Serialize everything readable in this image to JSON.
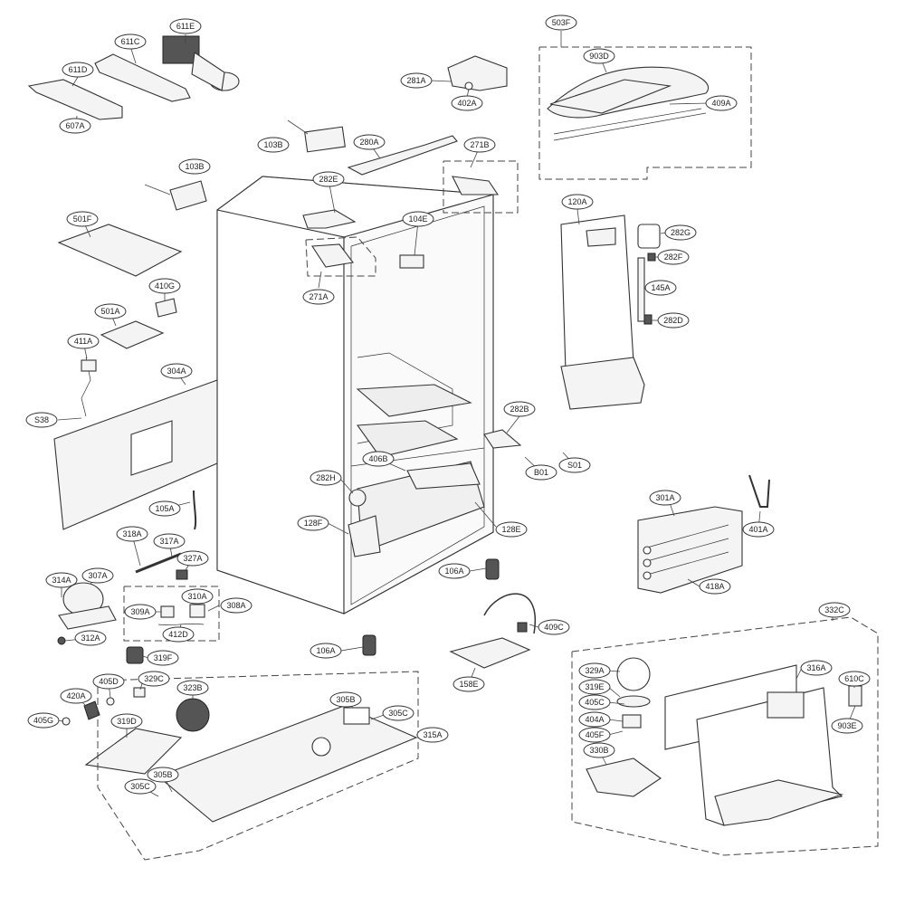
{
  "diagram": {
    "labels": [
      {
        "id": "611E",
        "text": "611E"
      },
      {
        "id": "611C",
        "text": "611C"
      },
      {
        "id": "611D",
        "text": "611D"
      },
      {
        "id": "607A",
        "text": "607A"
      },
      {
        "id": "503F",
        "text": "503F"
      },
      {
        "id": "903D",
        "text": "903D"
      },
      {
        "id": "409A",
        "text": "409A"
      },
      {
        "id": "281A",
        "text": "281A"
      },
      {
        "id": "402A",
        "text": "402A"
      },
      {
        "id": "280A",
        "text": "280A"
      },
      {
        "id": "271B",
        "text": "271B"
      },
      {
        "id": "103B_top",
        "text": "103B"
      },
      {
        "id": "103B_left",
        "text": "103B"
      },
      {
        "id": "282E",
        "text": "282E"
      },
      {
        "id": "104E",
        "text": "104E"
      },
      {
        "id": "271A",
        "text": "271A"
      },
      {
        "id": "501F",
        "text": "501F"
      },
      {
        "id": "410G",
        "text": "410G"
      },
      {
        "id": "501A",
        "text": "501A"
      },
      {
        "id": "411A",
        "text": "411A"
      },
      {
        "id": "304A",
        "text": "304A"
      },
      {
        "id": "S38",
        "text": "S38"
      },
      {
        "id": "120A",
        "text": "120A"
      },
      {
        "id": "282G",
        "text": "282G"
      },
      {
        "id": "282F",
        "text": "282F"
      },
      {
        "id": "145A",
        "text": "145A"
      },
      {
        "id": "282D",
        "text": "282D"
      },
      {
        "id": "282B",
        "text": "282B"
      },
      {
        "id": "406B",
        "text": "406B"
      },
      {
        "id": "282H",
        "text": "282H"
      },
      {
        "id": "B01",
        "text": "B01"
      },
      {
        "id": "S01",
        "text": "S01"
      },
      {
        "id": "105A",
        "text": "105A"
      },
      {
        "id": "128F",
        "text": "128F"
      },
      {
        "id": "128E",
        "text": "128E"
      },
      {
        "id": "301A",
        "text": "301A"
      },
      {
        "id": "401A",
        "text": "401A"
      },
      {
        "id": "418A",
        "text": "418A"
      },
      {
        "id": "318A",
        "text": "318A"
      },
      {
        "id": "317A",
        "text": "317A"
      },
      {
        "id": "327A",
        "text": "327A"
      },
      {
        "id": "314A",
        "text": "314A"
      },
      {
        "id": "307A",
        "text": "307A"
      },
      {
        "id": "310A",
        "text": "310A"
      },
      {
        "id": "308A",
        "text": "308A"
      },
      {
        "id": "309A",
        "text": "309A"
      },
      {
        "id": "412D",
        "text": "412D"
      },
      {
        "id": "312A",
        "text": "312A"
      },
      {
        "id": "106A_r",
        "text": "106A"
      },
      {
        "id": "409C",
        "text": "409C"
      },
      {
        "id": "106A_l",
        "text": "106A"
      },
      {
        "id": "158E",
        "text": "158E"
      },
      {
        "id": "319F",
        "text": "319F"
      },
      {
        "id": "329C",
        "text": "329C"
      },
      {
        "id": "323B",
        "text": "323B"
      },
      {
        "id": "405D",
        "text": "405D"
      },
      {
        "id": "420A",
        "text": "420A"
      },
      {
        "id": "405G",
        "text": "405G"
      },
      {
        "id": "319D",
        "text": "319D"
      },
      {
        "id": "305B_a",
        "text": "305B"
      },
      {
        "id": "305C_a",
        "text": "305C"
      },
      {
        "id": "315A",
        "text": "315A"
      },
      {
        "id": "305B_b",
        "text": "305B"
      },
      {
        "id": "305C_b",
        "text": "305C"
      },
      {
        "id": "332C",
        "text": "332C"
      },
      {
        "id": "329A",
        "text": "329A"
      },
      {
        "id": "316A",
        "text": "316A"
      },
      {
        "id": "610C",
        "text": "610C"
      },
      {
        "id": "319E",
        "text": "319E"
      },
      {
        "id": "405C",
        "text": "405C"
      },
      {
        "id": "404A",
        "text": "404A"
      },
      {
        "id": "405F",
        "text": "405F"
      },
      {
        "id": "903E",
        "text": "903E"
      },
      {
        "id": "330B",
        "text": "330B"
      }
    ]
  }
}
